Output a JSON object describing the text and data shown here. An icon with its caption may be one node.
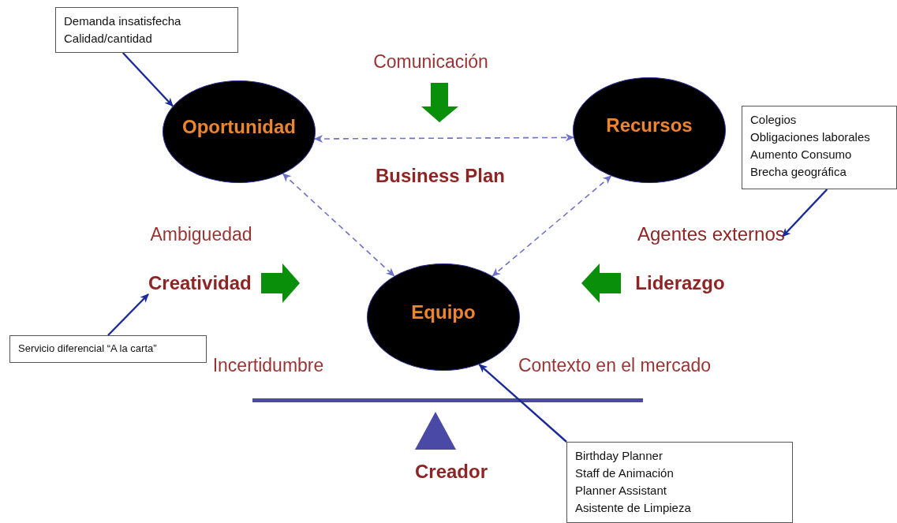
{
  "diagram": {
    "nodes": [
      {
        "text": [
          "Oportunidad"
        ]
      },
      {
        "text": [
          "Recursos"
        ]
      },
      {
        "text": [
          "Equipo"
        ]
      },
      {
        "text": [
          "Demanda insatisfecha",
          "Calidad/cantidad"
        ]
      },
      {
        "text": [
          "Colegios",
          "Obligaciones laborales",
          "Aumento Consumo",
          "Brecha geográfica"
        ]
      },
      {
        "text": [
          "Servicio diferencial “A la carta”"
        ]
      },
      {
        "text": [
          "Birthday Planner",
          "Staff de Animación",
          "Planner Assistant",
          "Asistente de Limpieza"
        ]
      },
      {
        "text": [
          "Agentes externos"
        ]
      },
      {
        "text": [
          "Creatividad"
        ]
      }
    ],
    "edges": [
      {
        "from": 3,
        "to": 0,
        "arrow": "to"
      },
      {
        "from": 0,
        "to": 1,
        "arrow": "both",
        "style": "dashed",
        "color": "#6d71c9"
      },
      {
        "from": 0,
        "to": 2,
        "arrow": "both",
        "style": "dashed",
        "color": "#6d71c9"
      },
      {
        "from": 1,
        "to": 2,
        "arrow": "both",
        "style": "dashed",
        "color": "#6d71c9"
      },
      {
        "from": 4,
        "to": 7,
        "arrow": "to"
      },
      {
        "from": 5,
        "to": 8,
        "arrow": "to"
      },
      {
        "from": 6,
        "to": 2,
        "arrow": "to"
      }
    ],
    "labels": [
      "Comunicación",
      "Business Plan",
      "Ambiguedad",
      "Liderazgo",
      "Incertidumbre",
      "Contexto en el mercado",
      "Creador"
    ]
  }
}
